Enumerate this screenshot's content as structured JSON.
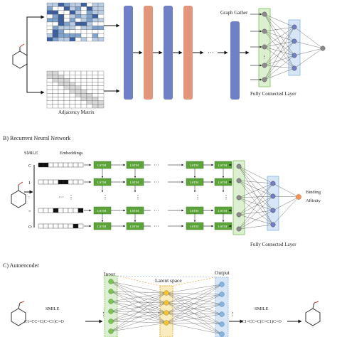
{
  "panel_a": {
    "graph_gather": "Graph Gather",
    "adjacency_label": "Adjacency Matrix",
    "fc_label": "Fully Connected Layer",
    "ellipsis": "···",
    "layer_colors": [
      "#6f80c7",
      "#e2967b",
      "#6f80c7",
      "#e2967b"
    ],
    "feature_matrix_colors": [
      "#3d5f9e",
      "#7fa3cf",
      "#b9cce3",
      "#ffffff"
    ]
  },
  "panel_b": {
    "title": "B) Recurrent Neural Network",
    "smile_label": "SMILE",
    "embeddings_label": "Embeddings",
    "tokens": [
      "C",
      "1",
      ":",
      "=",
      "O"
    ],
    "lstm_label": "LSTM",
    "ellipsis": "···",
    "output_label_1": "Binding",
    "output_label_2": "Affinity",
    "fc_label": "Fully Connected Layer",
    "lstm_color": "#5ca33a",
    "output_node_color": "#f0925a"
  },
  "panel_c": {
    "title": "C) Autoencoder",
    "input_label": "Input",
    "latent_label": "Latent space",
    "output_label": "Output",
    "smile_label_left": "SMILE",
    "smile_string_left": "C1=CC=C(C=C1)C=O",
    "smile_label_right": "SMILE",
    "smile_string_right": "C1=CC=C(C=C1)C=O",
    "input_node_color": "#7cc256",
    "latent_node_color": "#f2c433",
    "output_node_color": "#88b4e0"
  },
  "icons": [
    "benzaldehyde-molecule-icon"
  ]
}
